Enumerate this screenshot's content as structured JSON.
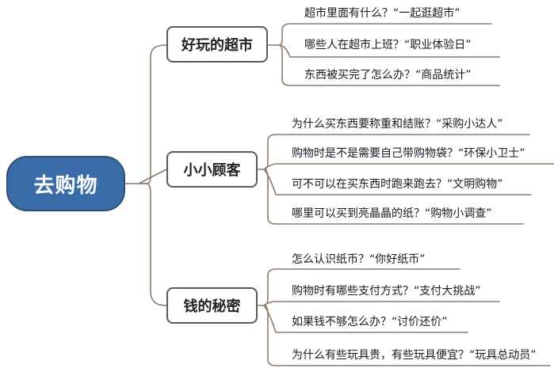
{
  "colors": {
    "root_fill": "#3a6ca8",
    "root_border": "#2c4f79",
    "connector": "#8b7b6b",
    "branch_border": "#5a5a5a"
  },
  "root": {
    "label": "去购物"
  },
  "branches": [
    {
      "label": "好玩的超市",
      "leaves": [
        "超市里面有什么？“一起逛超市”",
        "哪些人在超市上班？“职业体验日”",
        "东西被买完了怎么办？“商品统计”"
      ]
    },
    {
      "label": "小小顾客",
      "leaves": [
        "为什么买东西要称重和结账？“采购小达人”",
        "购物时是不是需要自己带购物袋？“环保小卫士”",
        "可不可以在买东西时跑来跑去？“文明购物”",
        "哪里可以买到亮晶晶的纸？“购物小调查”"
      ]
    },
    {
      "label": "钱的秘密",
      "leaves": [
        "怎么认识纸币？“你好纸币”",
        "购物时有哪些支付方式？“支付大挑战”",
        "如果钱不够怎么办？“讨价还价”",
        "为什么有些玩具贵，有些玩具便宜？“玩具总动员”"
      ]
    }
  ]
}
